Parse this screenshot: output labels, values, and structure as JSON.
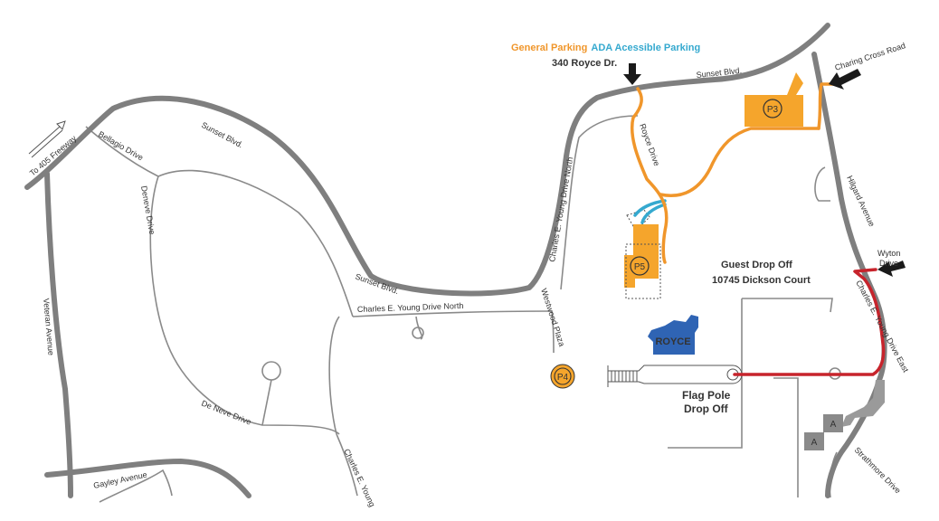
{
  "legend": {
    "general_parking": "General Parking",
    "ada_parking": "ADA Acessible Parking",
    "address": "340 Royce Dr.",
    "colors": {
      "general": "#f0962b",
      "ada": "#35a9cf",
      "guest": "#c7242c"
    }
  },
  "roads": {
    "sunset_1": "Sunset Blvd.",
    "sunset_2": "Sunset Blvd.",
    "sunset_3": "Sunset Blvd.",
    "freeway": "To 405 Freeway",
    "bellagio": "Bellagio Drive",
    "veteran": "Veteran Avenue",
    "deneve": "Deneve Drive",
    "de_neve": "De Neve Drive",
    "cey_north_1": "Charles E. Young Drive North",
    "cey_north_2": "Charles E. Young Drive North",
    "charles_young_s": "Charles E. Young",
    "gayley": "Gayley Avenue",
    "westwood": "Westwood Plaza",
    "royce_drive": "Royce Drive",
    "charing_cross": "Charing Cross Road",
    "hilgard": "Hilgard Avenue",
    "wyton_1": "Wyton",
    "wyton_2": "Drive",
    "cey_east": "Charles E. Young Drive East",
    "strathmore": "Strathmore Drive"
  },
  "places": {
    "p3": "P3",
    "p4": "P4",
    "p5": "P5",
    "royce": "ROYCE",
    "flag_pole_1": "Flag Pole",
    "flag_pole_2": "Drop Off",
    "guest_drop": "Guest Drop Off",
    "guest_address": "10745 Dickson Court",
    "a1": "A",
    "a2": "A"
  }
}
